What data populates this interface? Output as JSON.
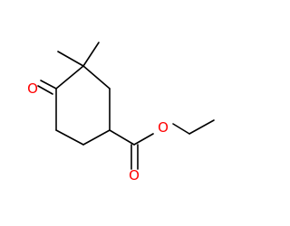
{
  "molecule": {
    "atoms": [
      {
        "symbol": "O",
        "color": "#ff0000"
      },
      {
        "symbol": "O",
        "color": "#ff0000"
      },
      {
        "symbol": "O",
        "color": "#ff0000"
      }
    ],
    "bond_color": "#000000"
  }
}
